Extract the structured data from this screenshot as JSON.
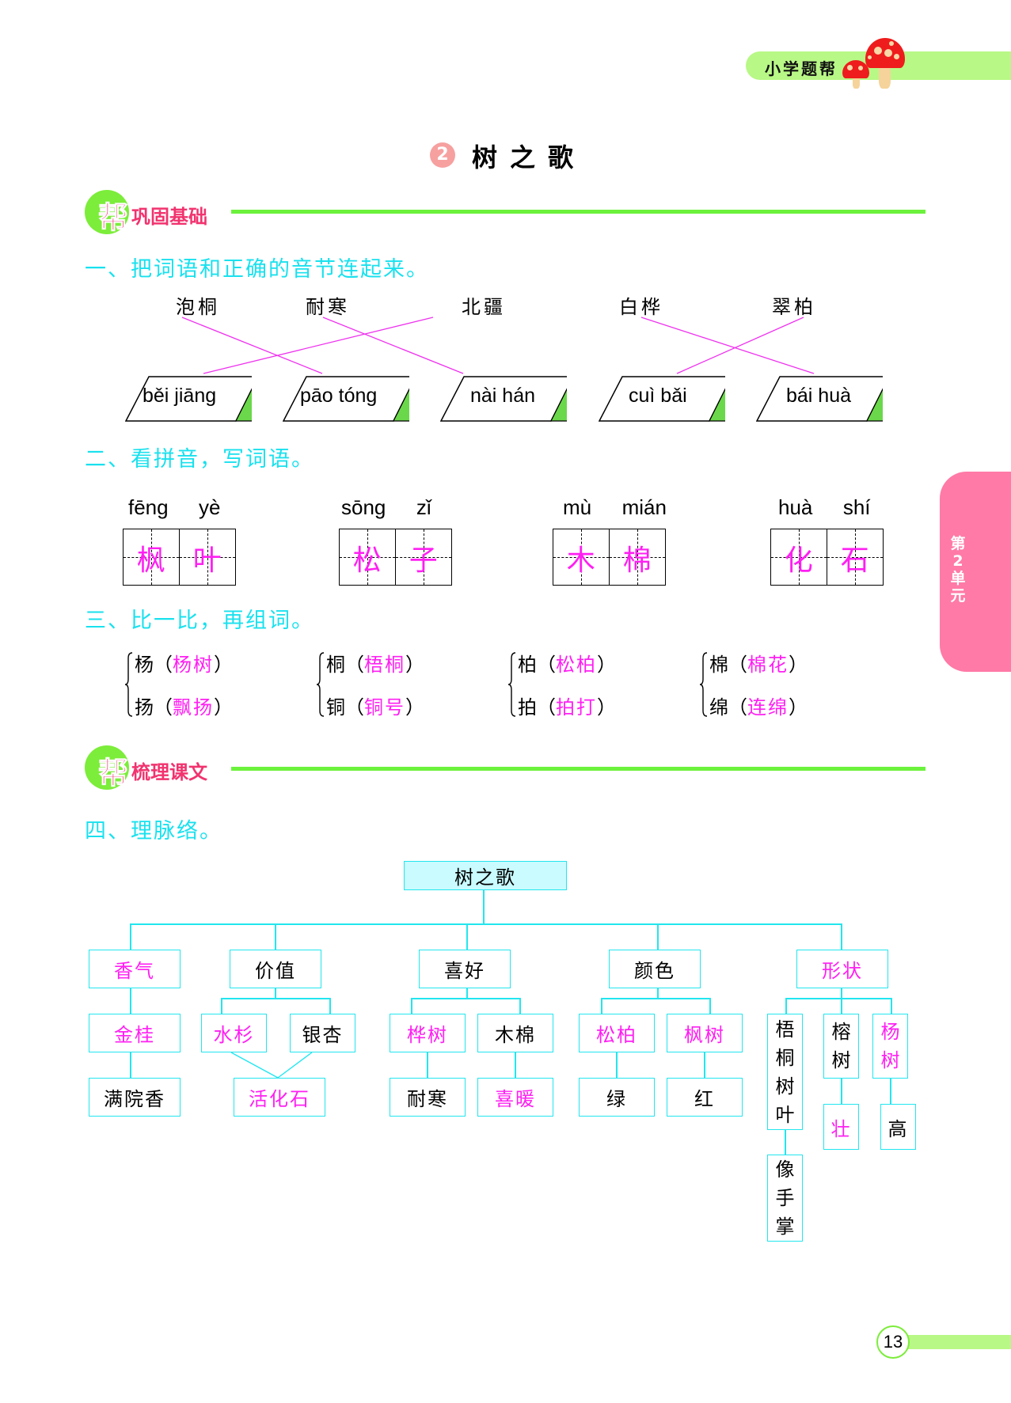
{
  "header": {
    "brand": "小学题帮"
  },
  "side_tab": {
    "label": "第2单元"
  },
  "title": {
    "number": "2",
    "text": "树之歌"
  },
  "sections": [
    {
      "bang": "帮",
      "title": "巩固基础"
    },
    {
      "bang": "帮",
      "title": "梳理课文"
    }
  ],
  "q1": {
    "heading": "一、把词语和正确的音节连起来。",
    "words": [
      "泡桐",
      "耐寒",
      "北疆",
      "白桦",
      "翠柏"
    ],
    "pinyin": [
      "běi jiāng",
      "pāo tóng",
      "nài hán",
      "cuì bǎi",
      "bái huà"
    ],
    "matches": [
      {
        "word": "泡桐",
        "pinyin": "pāo tóng"
      },
      {
        "word": "耐寒",
        "pinyin": "nài hán"
      },
      {
        "word": "北疆",
        "pinyin": "běi jiāng"
      },
      {
        "word": "白桦",
        "pinyin": "bái huà"
      },
      {
        "word": "翠柏",
        "pinyin": "cuì bǎi"
      }
    ]
  },
  "q2": {
    "heading": "二、看拼音，写词语。",
    "items": [
      {
        "pinyin": "fēng  yè",
        "chars": [
          "枫",
          "叶"
        ]
      },
      {
        "pinyin": "sōng  zǐ",
        "chars": [
          "松",
          "子"
        ]
      },
      {
        "pinyin": "mù  mián",
        "chars": [
          "木",
          "棉"
        ]
      },
      {
        "pinyin": "huà  shí",
        "chars": [
          "化",
          "石"
        ]
      }
    ]
  },
  "q3": {
    "heading": "三、比一比，再组词。",
    "pairs": [
      [
        {
          "char": "杨",
          "answer": "杨树"
        },
        {
          "char": "扬",
          "answer": "飘扬"
        }
      ],
      [
        {
          "char": "桐",
          "answer": "梧桐"
        },
        {
          "char": "铜",
          "answer": "铜号"
        }
      ],
      [
        {
          "char": "柏",
          "answer": "松柏"
        },
        {
          "char": "拍",
          "answer": "拍打"
        }
      ],
      [
        {
          "char": "棉",
          "answer": "棉花"
        },
        {
          "char": "绵",
          "answer": "连绵"
        }
      ]
    ]
  },
  "q4": {
    "heading": "四、理脉络。",
    "root": "树之歌",
    "categories": [
      {
        "label": "香气",
        "children": [
          {
            "label": "金桂",
            "detail": "满院香"
          }
        ]
      },
      {
        "label": "价值",
        "children": [
          {
            "label": "水杉"
          },
          {
            "label": "银杏"
          }
        ],
        "shared_detail": "活化石"
      },
      {
        "label": "喜好",
        "children": [
          {
            "label": "桦树",
            "detail": "耐寒"
          },
          {
            "label": "木棉",
            "detail": "喜暖"
          }
        ]
      },
      {
        "label": "颜色",
        "children": [
          {
            "label": "松柏",
            "detail": "绿"
          },
          {
            "label": "枫树",
            "detail": "红"
          }
        ]
      },
      {
        "label": "形状",
        "children": [
          {
            "label": "梧桐树叶",
            "detail": "像手掌"
          },
          {
            "label": "榕树",
            "detail": "壮"
          },
          {
            "label": "杨树",
            "detail": "高"
          }
        ]
      }
    ]
  },
  "page_number": "13",
  "colors": {
    "heading": "#19e1ee",
    "answer": "#ff1ff2",
    "brand_green": "#7ced3a",
    "section_pink": "#f1336f",
    "tree_line": "#22e6ef"
  }
}
